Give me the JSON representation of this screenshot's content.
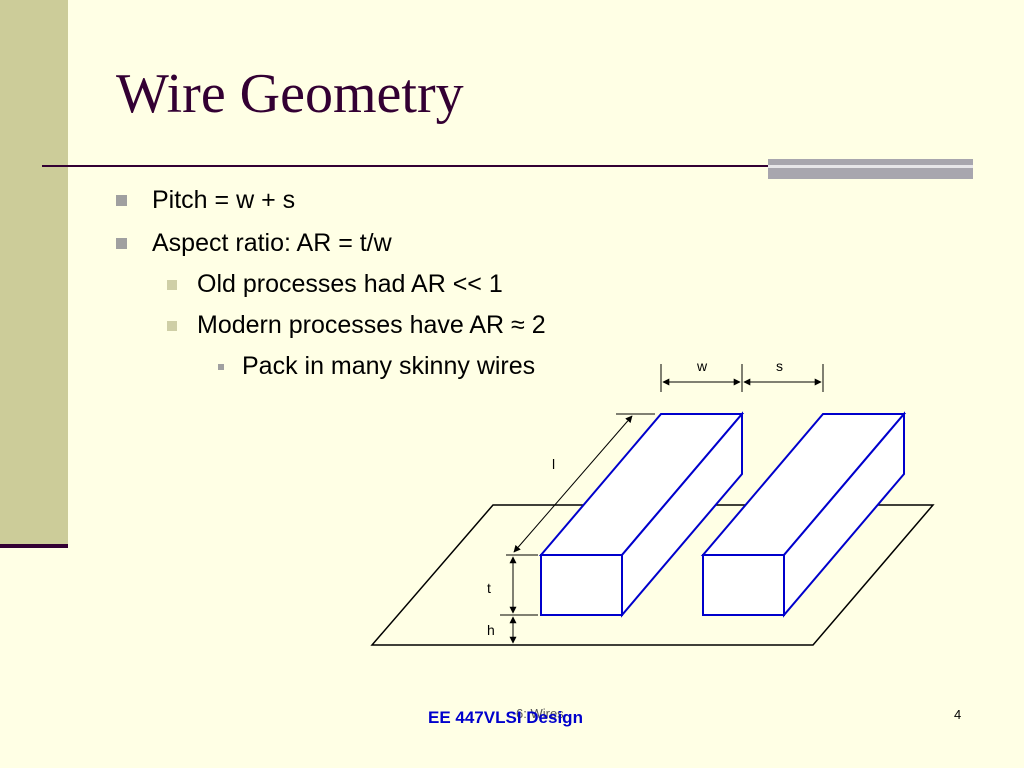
{
  "slide": {
    "title": "Wire Geometry",
    "bullets": [
      {
        "text": "Pitch = w + s"
      },
      {
        "text": "Aspect ratio: AR = t/w"
      },
      {
        "text": "Old processes had AR << 1"
      },
      {
        "text": "Modern processes have AR ≈ 2"
      },
      {
        "text": "Pack in many skinny wires"
      }
    ]
  },
  "diagram": {
    "labels": {
      "w": "w",
      "s": "s",
      "l": "l",
      "t": "t",
      "h": "h"
    },
    "colors": {
      "wire": "#0000CC",
      "line": "#000000"
    }
  },
  "footer": {
    "course": "EE 447VLSI Design",
    "topic": "6: Wires",
    "page": "4"
  },
  "colors": {
    "background": "#FFFFE5",
    "band": "#CCCC99",
    "title": "#330033"
  }
}
